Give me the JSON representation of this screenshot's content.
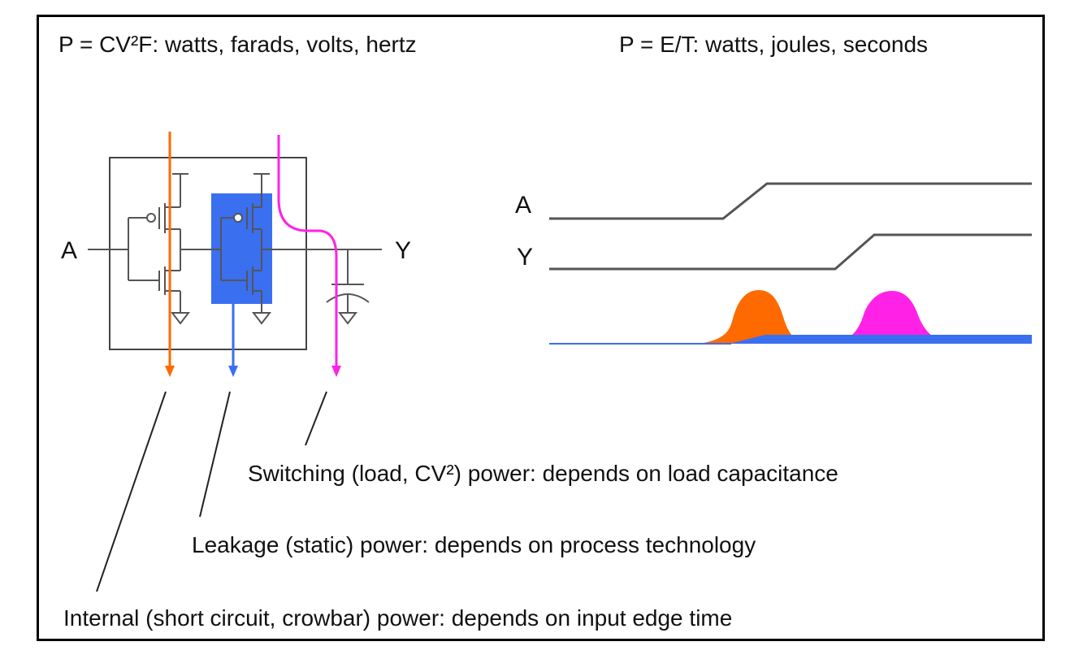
{
  "equations": {
    "power_capacitance": "P = CV²F: watts, farads, volts, hertz",
    "power_energy": "P = E/T: watts, joules, seconds"
  },
  "circuit": {
    "input_label": "A",
    "output_label": "Y"
  },
  "waveform": {
    "signal_a_label": "A",
    "signal_y_label": "Y"
  },
  "descriptions": {
    "switching": "Switching (load, CV²) power: depends on load capacitance",
    "leakage": "Leakage (static) power: depends on process technology",
    "internal": "Internal (short circuit, crowbar) power: depends on input edge time"
  },
  "colors": {
    "internal": "#ff6a00",
    "leakage": "#3a6ff0",
    "switching": "#ff22e6",
    "wire": "#555555"
  }
}
